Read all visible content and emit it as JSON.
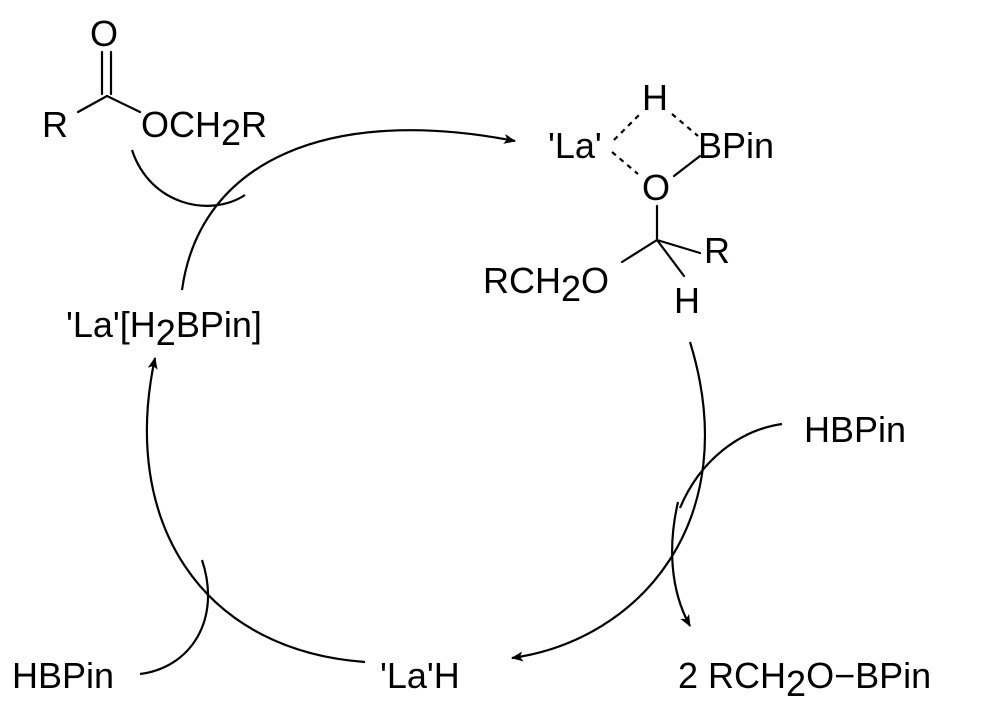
{
  "ester": {
    "carbonyl_o": "O",
    "r_left": "R",
    "och2r": {
      "a": "OCH",
      "sub": "2",
      "b": "R"
    }
  },
  "intermediate": {
    "la": "'La'",
    "h_top": "H",
    "bpin": "BPin",
    "o_center": "O",
    "r_right": "R",
    "rch2o": {
      "a": "RCH",
      "sub": "2",
      "b": "O"
    },
    "h_bottom": "H"
  },
  "la_h2bpin": {
    "a": "'La'[H",
    "sub": "2",
    "b": "BPin]"
  },
  "hbpin_right": "HBPin",
  "product": {
    "a": "2 RCH",
    "sub": "2",
    "b": "O−BPin"
  },
  "la_h": "'La'H",
  "hbpin_left": "HBPin"
}
